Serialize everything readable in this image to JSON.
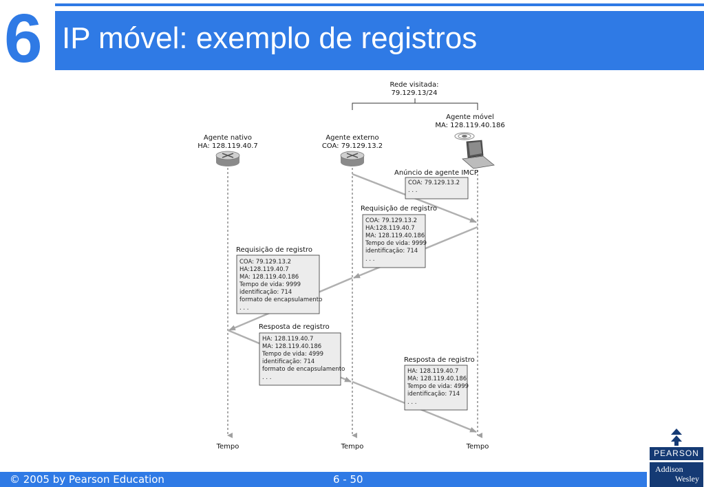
{
  "header": {
    "chapter_number": "6",
    "title": "IP móvel: exemplo de registros"
  },
  "footer": {
    "copyright": "© 2005 by Pearson Education",
    "page": "6 - 50"
  },
  "logo": {
    "pearson": "PEARSON",
    "addison": "Addison",
    "wesley": "Wesley"
  },
  "diagram": {
    "visited_network": {
      "label": "Rede visitada:",
      "address": "79.129.13/24"
    },
    "home_agent": {
      "label": "Agente nativo",
      "address": "HA: 128.119.40.7"
    },
    "foreign_agent": {
      "label": "Agente externo",
      "address": "COA: 79.129.13.2"
    },
    "mobile_agent": {
      "label": "Agente móvel",
      "address": "MA: 128.119.40.186"
    },
    "advertisement": {
      "title": "Anúncio de agente IMCP",
      "lines": [
        "COA: 79.129.13.2",
        ". . ."
      ]
    },
    "registration_request_1": {
      "title": "Requisição de registro",
      "lines": [
        "COA: 79.129.13.2",
        "HA:128.119.40.7",
        "MA: 128.119.40.186",
        "Tempo de vida: 9999",
        "identificação: 714",
        ". . ."
      ]
    },
    "registration_request_2": {
      "title": "Requisição de registro",
      "lines": [
        "COA: 79.129.13.2",
        "HA:128.119.40.7",
        "MA: 128.119.40.186",
        "Tempo de vida: 9999",
        "identificação: 714",
        "formato de encapsulamento",
        ". . ."
      ]
    },
    "registration_reply_1": {
      "title": "Resposta de registro",
      "lines": [
        "HA: 128.119.40.7",
        "MA: 128.119.40.186",
        "Tempo de vida: 4999",
        "identificação: 714",
        "formato de encapsulamento",
        ". . ."
      ]
    },
    "registration_reply_2": {
      "title": "Resposta de registro",
      "lines": [
        "HA: 128.119.40.7",
        "MA: 128.119.40.186",
        "Tempo de vida: 4999",
        "identificação: 714",
        ". . ."
      ]
    },
    "time_labels": [
      "Tempo",
      "Tempo",
      "Tempo"
    ]
  }
}
